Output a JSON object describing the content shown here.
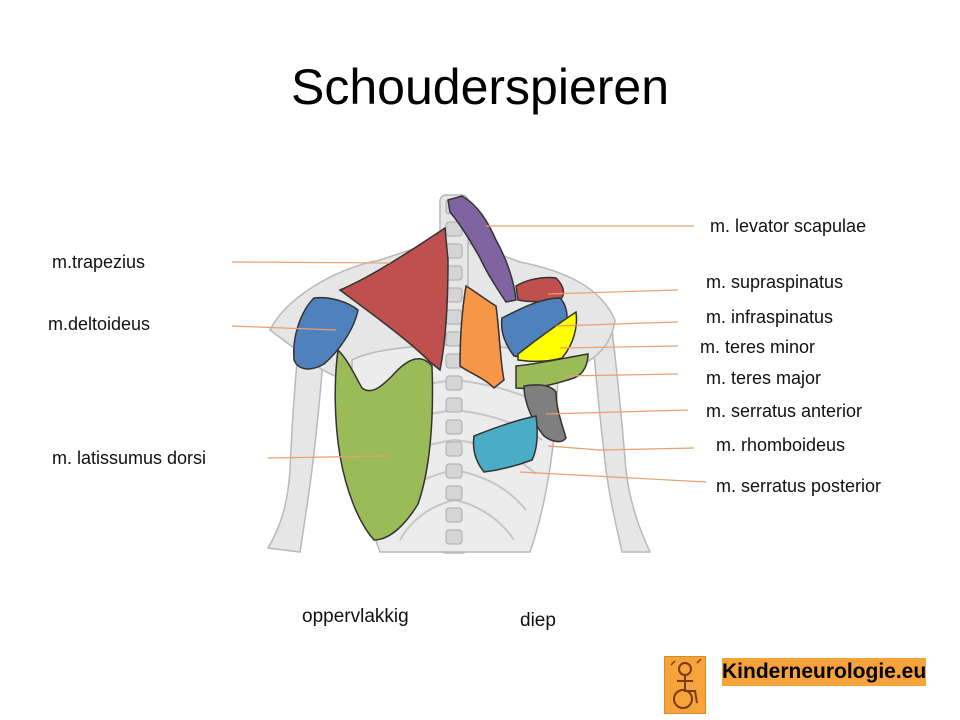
{
  "title": "Schouderspieren",
  "labels": {
    "trapezius": "m.trapezius",
    "deltoideus": "m.deltoideus",
    "latissimus": "m. latissumus dorsi",
    "levator": "m. levator scapulae",
    "supraspinatus": "m. supraspinatus",
    "infraspinatus": "m. infraspinatus",
    "teres_minor": "m. teres minor",
    "teres_major": "m. teres major",
    "serratus_anterior": "m. serratus anterior",
    "rhomboideus": "m. rhomboideus",
    "serratus_posterior": "m. serratus posterior"
  },
  "captions": {
    "superficial": "oppervlakkig",
    "deep": "diep"
  },
  "logo": {
    "text": "Kinderneurologie.eu"
  },
  "colors": {
    "trapezius": "#c0504d",
    "deltoideus": "#4f81bd",
    "latissimus": "#9bbb59",
    "levator": "#8064a2",
    "supraspinatus": "#c0504d",
    "infraspinatus": "#4f81bd",
    "teres_minor": "#ffff00",
    "teres_major": "#9bbb59",
    "serratus_anterior": "#7f7f7f",
    "rhomboideus": "#4bacc6",
    "rhomboid_orange": "#f79646",
    "logo": "#f7a33c",
    "leader": "#e8a070"
  }
}
